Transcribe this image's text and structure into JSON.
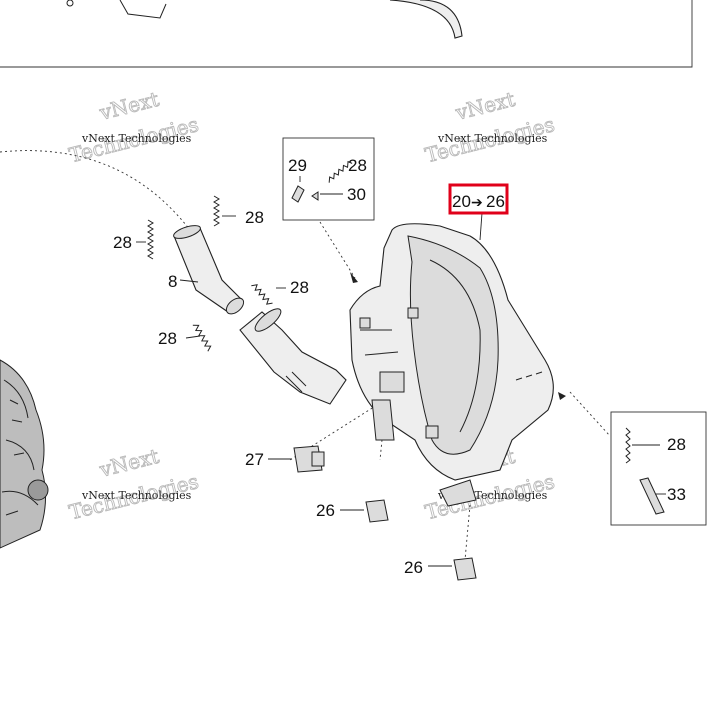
{
  "callouts": {
    "ref_from": "20",
    "ref_arrow": "➔",
    "ref_to": "26",
    "c29": "29",
    "c28_inset": "28",
    "c30": "30",
    "c28_a": "28",
    "c28_b": "28",
    "c8": "8",
    "c28_c": "28",
    "c28_d": "28",
    "c27": "27",
    "c26_a": "26",
    "c26_b": "26",
    "c28_right": "28",
    "c33": "33"
  },
  "watermarks": [
    {
      "line1": "vNext",
      "line2": "Technologies",
      "line3": "vNext Technologies"
    },
    {
      "line1": "vNext",
      "line2": "Technologies",
      "line3": "vNext Technologies"
    },
    {
      "line1": "vNext",
      "line2": "Technologies",
      "line3": "vNext Technologies"
    },
    {
      "line1": "vNext",
      "line2": "Technologies",
      "line3": "vNext Technologies"
    }
  ],
  "colors": {
    "highlight_box": "#e0001a",
    "line_art": "#222222",
    "part_fill": "#eeeeee",
    "watermark": "#b9b9b9"
  }
}
